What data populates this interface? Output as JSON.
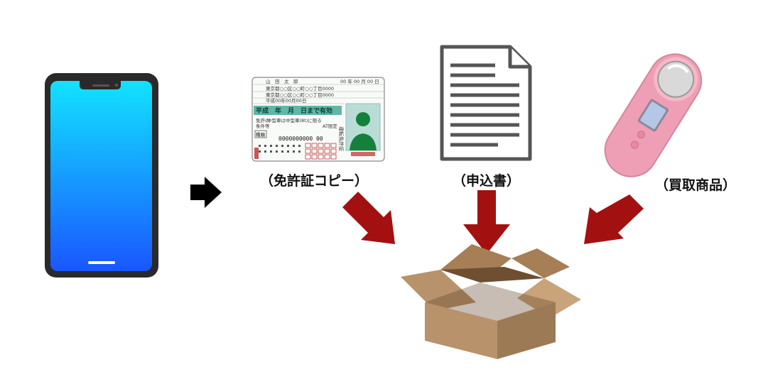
{
  "labels": {
    "license_copy": "（免許証コピー）",
    "application_form": "（申込書）",
    "purchase_item": "（買取商品）"
  },
  "license_card": {
    "band_text": "平成　年　月　日まで有効",
    "category": "種類",
    "number": "0000000000 00",
    "side_text": "運転免許証"
  },
  "colors": {
    "phone_top": "#12e3ff",
    "phone_bottom": "#1a56ff",
    "arrow_red": "#a31010",
    "box": "#b8926a",
    "device": "#ef9fb5"
  }
}
